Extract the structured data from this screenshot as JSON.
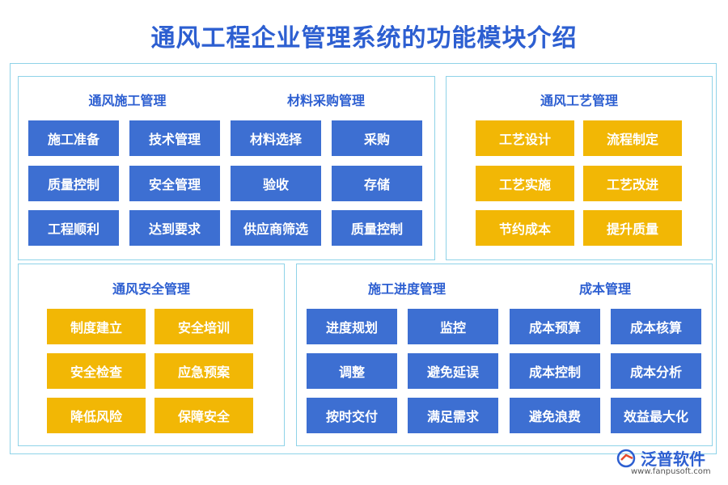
{
  "title": "通风工程企业管理系统的功能模块介绍",
  "construction": {
    "title": "通风施工管理",
    "items": [
      "施工准备",
      "技术管理",
      "质量控制",
      "安全管理",
      "工程顺利",
      "达到要求"
    ]
  },
  "procurement": {
    "title": "材料采购管理",
    "items": [
      "材料选择",
      "采购",
      "验收",
      "存储",
      "供应商筛选",
      "质量控制"
    ]
  },
  "process": {
    "title": "通风工艺管理",
    "items": [
      "工艺设计",
      "流程制定",
      "工艺实施",
      "工艺改进",
      "节约成本",
      "提升质量"
    ]
  },
  "safety": {
    "title": "通风安全管理",
    "items": [
      "制度建立",
      "安全培训",
      "安全检查",
      "应急预案",
      "降低风险",
      "保障安全"
    ]
  },
  "progress": {
    "title": "施工进度管理",
    "items": [
      "进度规划",
      "监控",
      "调整",
      "避免延误",
      "按时交付",
      "满足需求"
    ]
  },
  "cost": {
    "title": "成本管理",
    "items": [
      "成本预算",
      "成本核算",
      "成本控制",
      "成本分析",
      "避免浪费",
      "效益最大化"
    ]
  },
  "logo": {
    "name": "泛普软件",
    "url": "www.fanpusoft.com"
  },
  "colors": {
    "blue": "#3d6fd2",
    "yellow": "#f2b705",
    "title": "#2d5fd1",
    "border": "#8fd3e8"
  }
}
